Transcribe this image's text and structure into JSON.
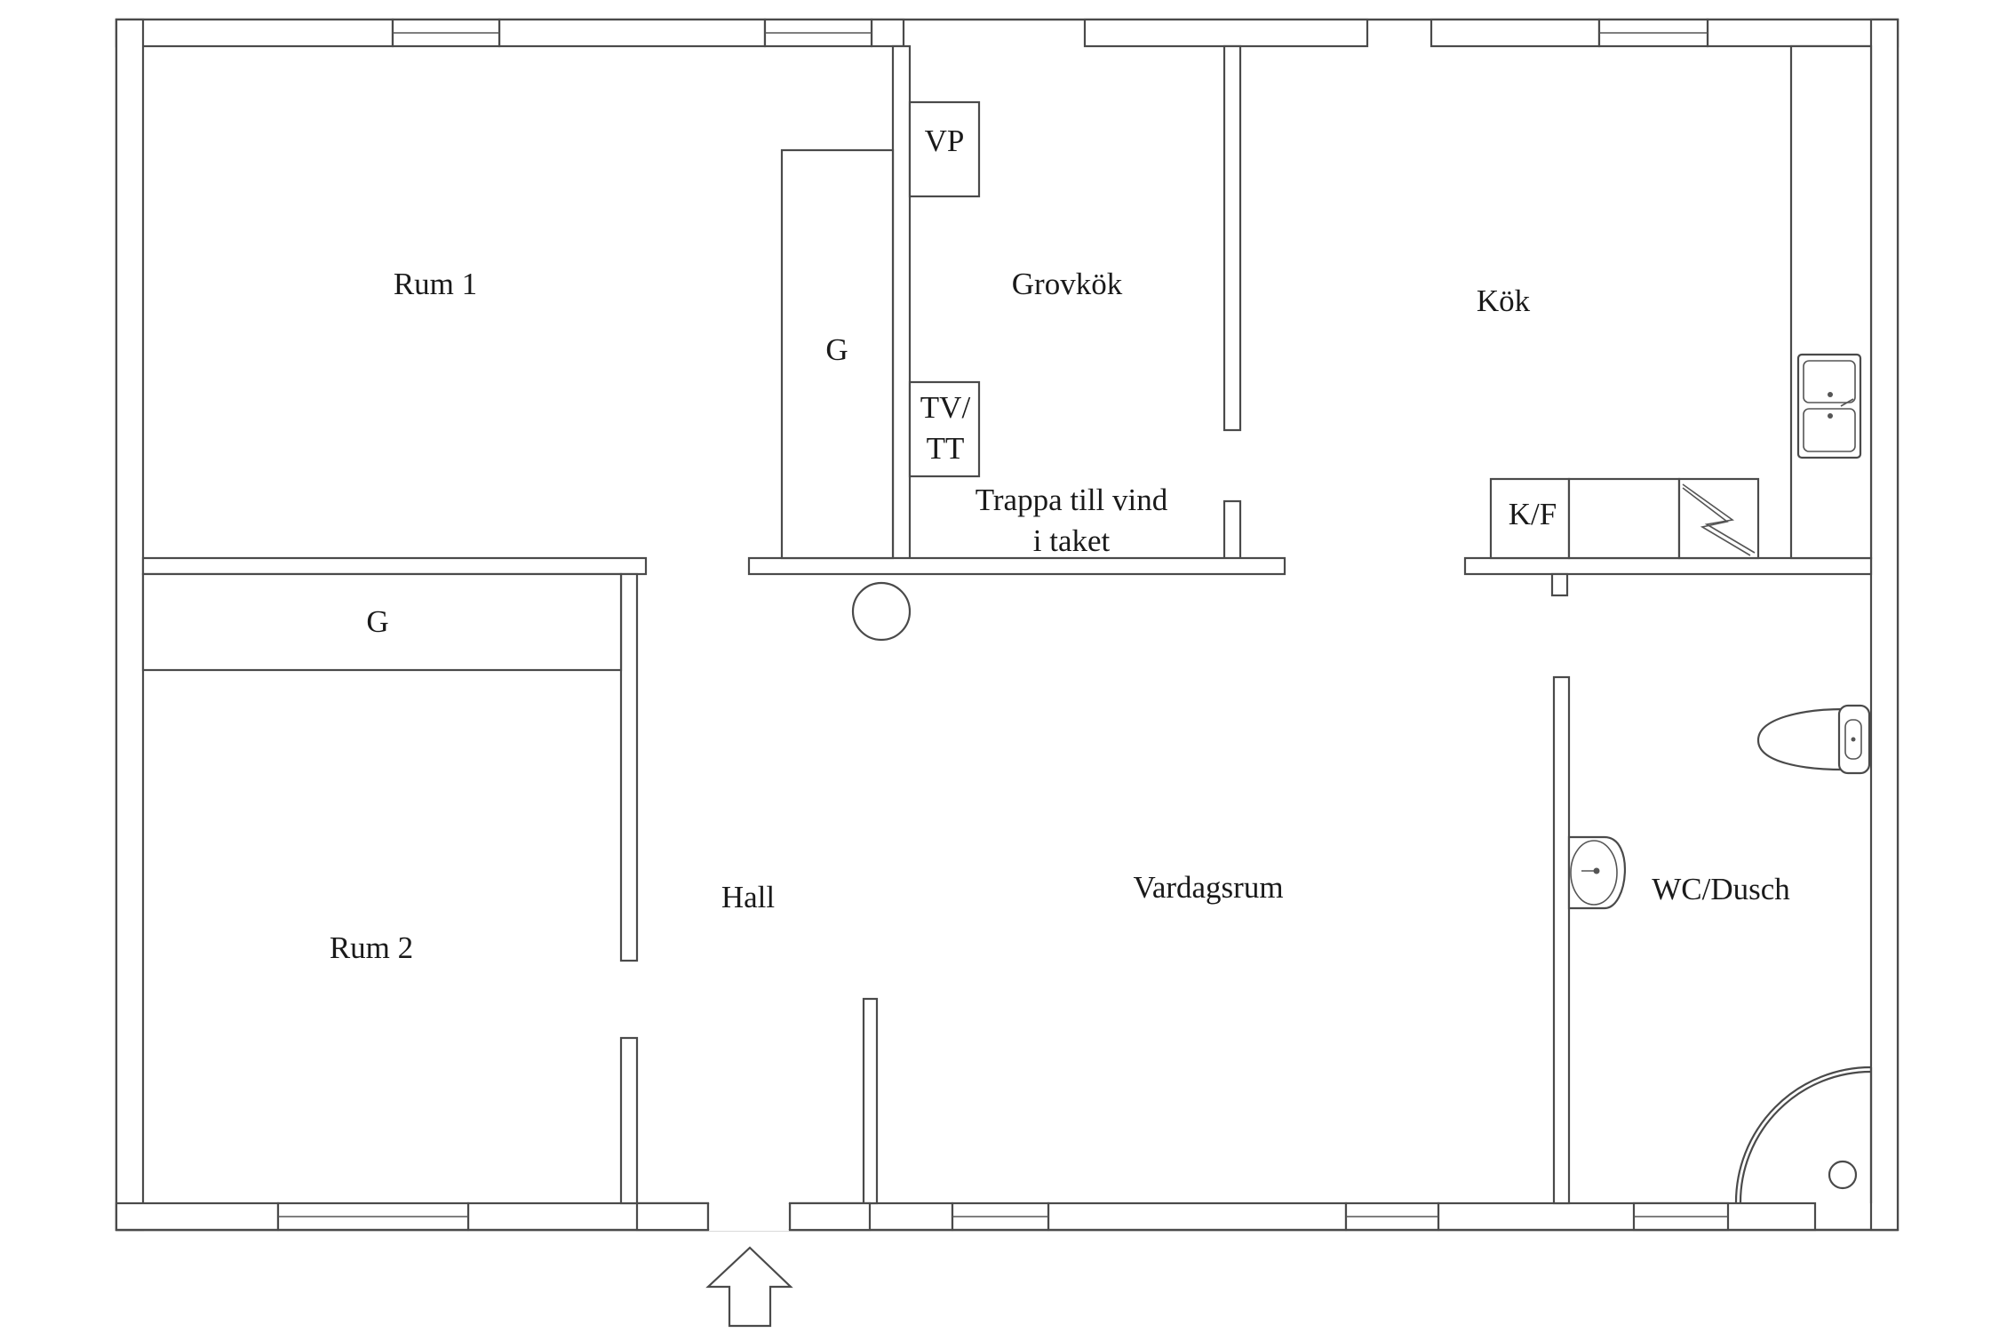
{
  "rooms": {
    "rum1": "Rum 1",
    "rum2": "Rum 2",
    "grovkok": "Grovkök",
    "kok": "Kök",
    "hall": "Hall",
    "vardagsrum": "Vardagsrum",
    "wc_dusch": "WC/Dusch"
  },
  "fixtures": {
    "closet_top": "G",
    "closet_bottom": "G",
    "heat_pump": "VP",
    "washer_dryer_line1": "TV/",
    "washer_dryer_line2": "TT",
    "fridge_freezer": "K/F"
  },
  "stairs": {
    "line1": "Trappa till vind",
    "line2": "i taket"
  },
  "icons": {
    "entrance": "entrance-arrow-icon",
    "sink": "double-sink-icon",
    "stove": "stove-icon",
    "toilet": "toilet-icon",
    "washbasin": "washbasin-icon",
    "shower": "shower-icon",
    "column": "round-column-icon"
  },
  "colors": {
    "line": "#4a4a4a",
    "background": "#ffffff",
    "text": "#1a1a1a"
  }
}
